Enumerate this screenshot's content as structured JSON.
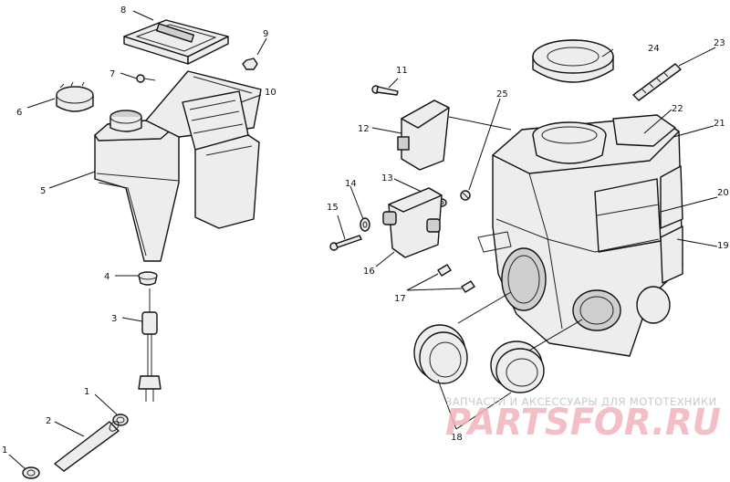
{
  "callouts": {
    "c1a": "1",
    "c1b": "1",
    "c2": "2",
    "c3": "3",
    "c4": "4",
    "c5": "5",
    "c6": "6",
    "c7": "7",
    "c8": "8",
    "c9": "9",
    "c10": "10",
    "c11": "11",
    "c12": "12",
    "c13": "13",
    "c14": "14",
    "c15": "15",
    "c16": "16",
    "c17": "17",
    "c18": "18",
    "c19": "19",
    "c20": "20",
    "c21": "21",
    "c22": "22",
    "c23": "23",
    "c24": "24",
    "c25": "25"
  },
  "watermark": {
    "caption": "ЗАПЧАСТИ И АКСЕССУАРЫ ДЛЯ МОТОТЕХНИКИ",
    "logo": "PARTSFOR.RU"
  }
}
